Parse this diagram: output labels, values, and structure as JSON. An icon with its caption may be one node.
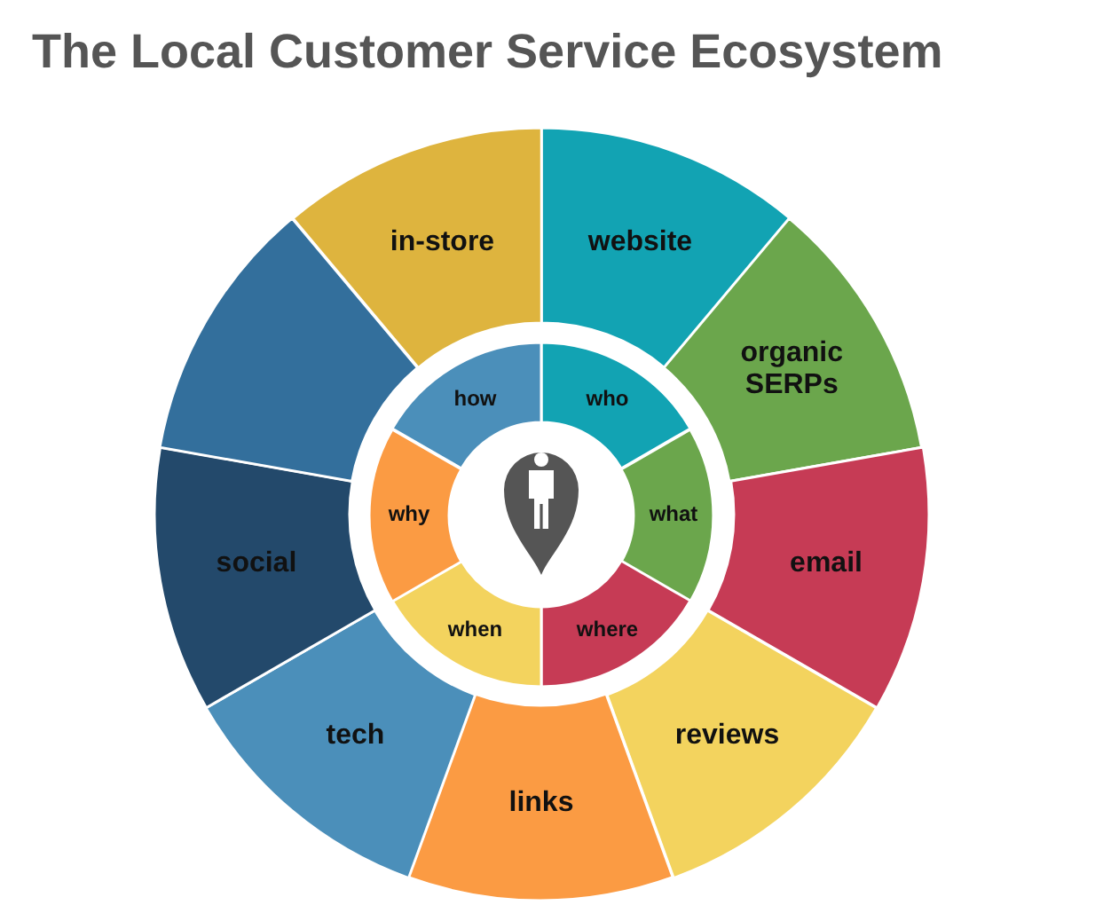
{
  "diagram": {
    "title": "The Local Customer Service Ecosystem",
    "nodes": [
      {
        "text": [
          "website"
        ]
      },
      {
        "text": [
          "organic SERPs"
        ]
      },
      {
        "text": [
          "email"
        ]
      },
      {
        "text": [
          "reviews"
        ]
      },
      {
        "text": [
          "links"
        ]
      },
      {
        "text": [
          "tech"
        ]
      },
      {
        "text": [
          "social"
        ]
      },
      {
        "text": [],
        "shape": "wedge"
      },
      {
        "text": [
          "in-store"
        ]
      },
      {
        "text": [
          "who"
        ]
      },
      {
        "text": [
          "what"
        ]
      },
      {
        "text": [
          "where"
        ]
      },
      {
        "text": [
          "when"
        ]
      },
      {
        "text": [
          "why"
        ]
      },
      {
        "text": [
          "how"
        ]
      }
    ],
    "edges": []
  }
}
